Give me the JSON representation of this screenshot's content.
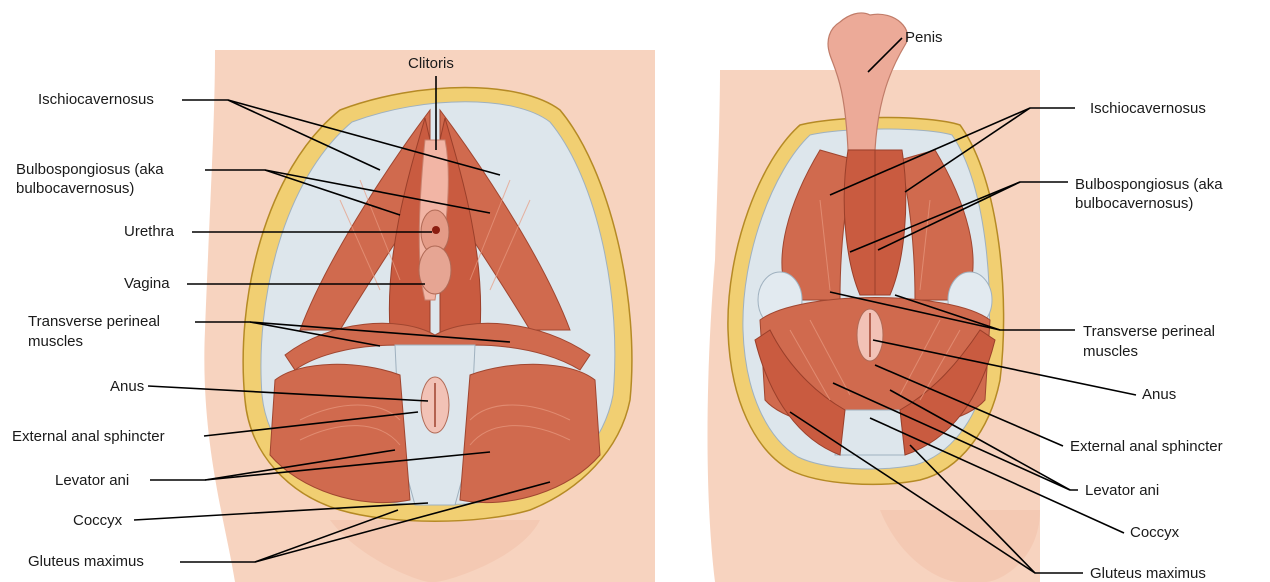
{
  "female_panel": {
    "labels": {
      "clitoris": "Clitoris",
      "ischiocavernosus": "Ischiocavernosus",
      "bulbospongiosus_line1": "Bulbospongiosus (aka",
      "bulbospongiosus_line2": "bulbocavernosus)",
      "urethra": "Urethra",
      "vagina": "Vagina",
      "transverse_line1": "Transverse perineal",
      "transverse_line2": "muscles",
      "anus": "Anus",
      "external_anal_sphincter": "External anal sphincter",
      "levator_ani": "Levator ani",
      "coccyx": "Coccyx",
      "gluteus_maximus": "Gluteus maximus"
    }
  },
  "male_panel": {
    "labels": {
      "penis": "Penis",
      "ischiocavernosus": "Ischiocavernosus",
      "bulbospongiosus_line1": "Bulbospongiosus (aka",
      "bulbospongiosus_line2": "bulbocavernosus)",
      "transverse_line1": "Transverse perineal",
      "transverse_line2": "muscles",
      "anus": "Anus",
      "external_anal_sphincter": "External anal sphincter",
      "levator_ani": "Levator ani",
      "coccyx": "Coccyx",
      "gluteus_maximus": "Gluteus maximus"
    }
  }
}
